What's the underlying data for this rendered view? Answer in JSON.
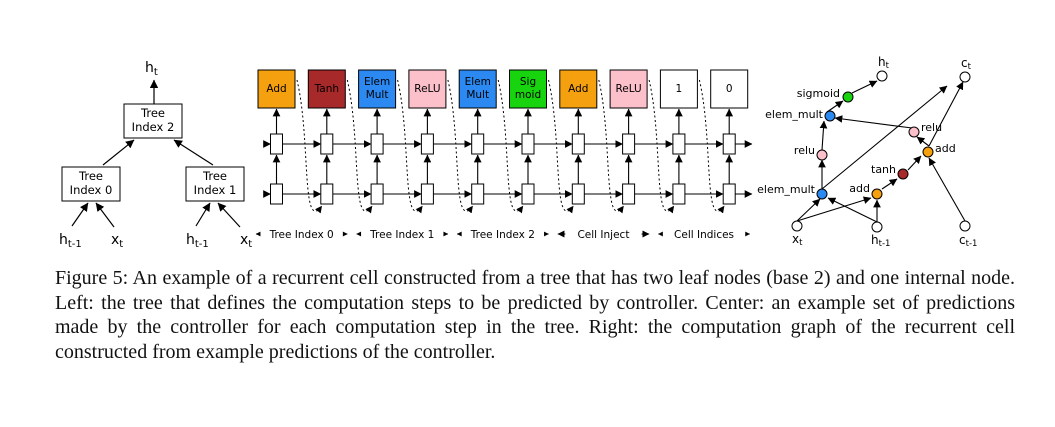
{
  "tree": {
    "ht": "h",
    "ht_sub": "t",
    "nodes": [
      {
        "line1": "Tree",
        "line2": "Index 2"
      },
      {
        "line1": "Tree",
        "line2": "Index 0"
      },
      {
        "line1": "Tree",
        "line2": "Index 1"
      }
    ],
    "inputs": [
      {
        "base": "h",
        "sub": "t-1"
      },
      {
        "base": "x",
        "sub": "t"
      },
      {
        "base": "h",
        "sub": "t-1"
      },
      {
        "base": "x",
        "sub": "t"
      }
    ]
  },
  "controller": {
    "predictions": [
      {
        "line1": "Add",
        "line2": "",
        "color": "#f5a00e"
      },
      {
        "line1": "Tanh",
        "line2": "",
        "color": "#a8292a"
      },
      {
        "line1": "Elem",
        "line2": "Mult",
        "color": "#2d89f2"
      },
      {
        "line1": "ReLU",
        "line2": "",
        "color": "#fcc0cb"
      },
      {
        "line1": "Elem",
        "line2": "Mult",
        "color": "#2d89f2"
      },
      {
        "line1": "Sig",
        "line2": "moid",
        "color": "#18d40f"
      },
      {
        "line1": "Add",
        "line2": "",
        "color": "#f5a00e"
      },
      {
        "line1": "ReLU",
        "line2": "",
        "color": "#fcc0cb"
      },
      {
        "line1": "1",
        "line2": "",
        "color": "#ffffff"
      },
      {
        "line1": "0",
        "line2": "",
        "color": "#ffffff"
      }
    ],
    "segments": [
      "Tree Index 0",
      "Tree Index 1",
      "Tree Index 2",
      "Cell Inject",
      "Cell Indices"
    ]
  },
  "graph": {
    "nodes": [
      {
        "label": "sigmoid",
        "color": "#18d40f"
      },
      {
        "label": "elem_mult",
        "color": "#2d89f2"
      },
      {
        "label": "relu",
        "color": "#fcc0cb"
      },
      {
        "label": "relu",
        "color": "#fcc0cb"
      },
      {
        "label": "add",
        "color": "#f5a00e"
      },
      {
        "label": "tanh",
        "color": "#a8292a"
      },
      {
        "label": "elem_mult",
        "color": "#2d89f2"
      },
      {
        "label": "add",
        "color": "#f5a00e"
      }
    ],
    "outputs": [
      {
        "base": "h",
        "sub": "t"
      },
      {
        "base": "c",
        "sub": "t"
      }
    ],
    "inputs": [
      {
        "base": "x",
        "sub": "t"
      },
      {
        "base": "h",
        "sub": "t-1"
      },
      {
        "base": "c",
        "sub": "t-1"
      }
    ]
  },
  "caption": "Figure 5: An example of a recurrent cell constructed from a tree that has two leaf nodes (base 2) and one internal node. Left: the tree that defines the computation steps to be predicted by controller. Center: an example set of predictions made by the controller for each computation step in the tree. Right: the computation graph of the recurrent cell constructed from example predictions of the controller."
}
